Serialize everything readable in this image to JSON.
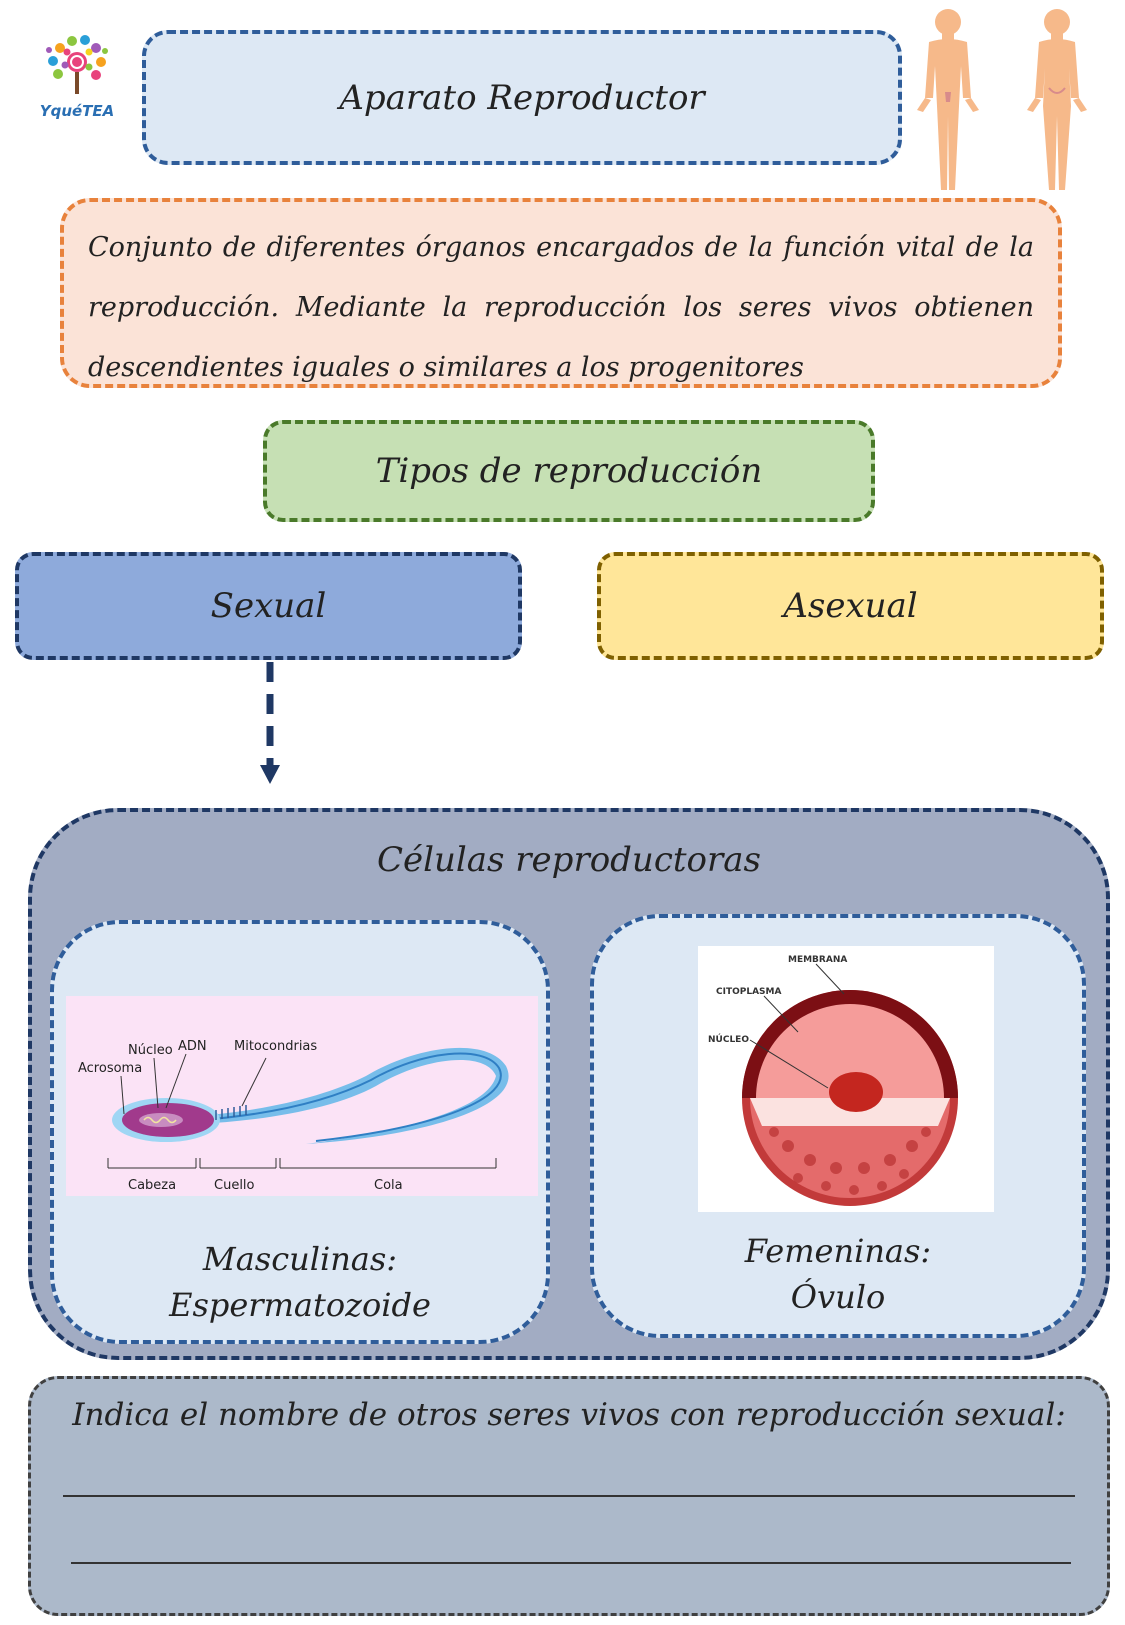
{
  "logo": {
    "text": "YquéTEA"
  },
  "title": "Aparato Reproductor",
  "definition": "Conjunto de diferentes órganos encargados de la función vital de la reproducción. Mediante la reproducción los seres vivos obtienen descendientes iguales o similares a los progenitores",
  "types_title": "Tipos de reproducción",
  "sexual_label": "Sexual",
  "asexual_label": "Asexual",
  "cells": {
    "title": "Células reproductoras",
    "male": {
      "label_line1": "Masculinas:",
      "label_line2": "Espermatozoide",
      "diagram": {
        "nucleo": "Núcleo",
        "adn": "ADN",
        "mitocondrias": "Mitocondrias",
        "acrosoma": "Acrosoma",
        "cabeza": "Cabeza",
        "cuello": "Cuello",
        "cola": "Cola"
      }
    },
    "female": {
      "label_line1": "Femeninas:",
      "label_line2": "Óvulo",
      "diagram": {
        "membrana": "MEMBRANA",
        "citoplasma": "CITOPLASMA",
        "nucleo": "NÚCLEO"
      }
    }
  },
  "question": "Indica el nombre de otros seres vivos con reproducción sexual:",
  "colors": {
    "title_bg": "#dde8f4",
    "definition_bg": "#fbe3d7",
    "types_bg": "#c6e0b4",
    "sexual_bg": "#8eaadb",
    "asexual_bg": "#ffe699",
    "cells_bg": "#a2acc3",
    "question_bg": "#acb9ca"
  }
}
